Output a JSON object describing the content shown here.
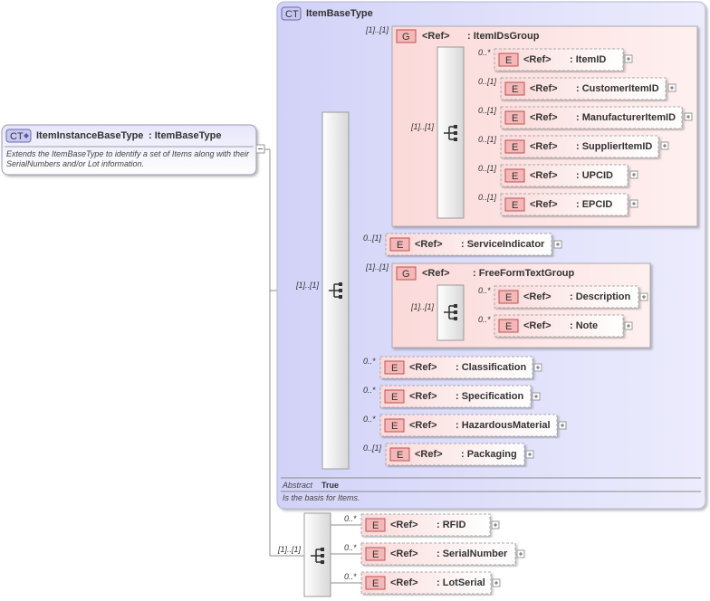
{
  "root": {
    "badge": "CT",
    "name": "ItemInstanceBaseType",
    "base_type": ": ItemBaseType",
    "doc_line1": "Extends the ItemBaseType to identify a set of Items along with their",
    "doc_line2": "SerialNumbers and/or Lot information.",
    "sequence_multiplicity": "[1]..[1]"
  },
  "base": {
    "badge": "CT",
    "name": "ItemBaseType",
    "sequence_multiplicity": "[1]..[1]",
    "abstract_label": "Abstract",
    "abstract_value": "True",
    "doc": "Is the basis for Items.",
    "item_ids_group": {
      "badge": "G",
      "ref": "<Ref>",
      "name": ": ItemIDsGroup",
      "multiplicity": "[1]..[1]",
      "choice_multiplicity": "[1]..[1]",
      "elements": [
        {
          "badge": "E",
          "ref": "<Ref>",
          "name": ": ItemID",
          "multiplicity": "0..*"
        },
        {
          "badge": "E",
          "ref": "<Ref>",
          "name": ": CustomerItemID",
          "multiplicity": "0..[1]"
        },
        {
          "badge": "E",
          "ref": "<Ref>",
          "name": ": ManufacturerItemID",
          "multiplicity": "0..[1]"
        },
        {
          "badge": "E",
          "ref": "<Ref>",
          "name": ": SupplierItemID",
          "multiplicity": "0..[1]"
        },
        {
          "badge": "E",
          "ref": "<Ref>",
          "name": ": UPCID",
          "multiplicity": "0..[1]"
        },
        {
          "badge": "E",
          "ref": "<Ref>",
          "name": ": EPCID",
          "multiplicity": "0..[1]"
        }
      ]
    },
    "service_indicator": {
      "badge": "E",
      "ref": "<Ref>",
      "name": ": ServiceIndicator",
      "multiplicity": "0..[1]"
    },
    "free_form_group": {
      "badge": "G",
      "ref": "<Ref>",
      "name": ": FreeFormTextGroup",
      "multiplicity": "[1]..[1]",
      "sequence_multiplicity": "[1]..[1]",
      "elements": [
        {
          "badge": "E",
          "ref": "<Ref>",
          "name": ": Description",
          "multiplicity": "0..*"
        },
        {
          "badge": "E",
          "ref": "<Ref>",
          "name": ": Note",
          "multiplicity": "0..*"
        }
      ]
    },
    "tail_elements": [
      {
        "badge": "E",
        "ref": "<Ref>",
        "name": ": Classification",
        "multiplicity": "0..*"
      },
      {
        "badge": "E",
        "ref": "<Ref>",
        "name": ": Specification",
        "multiplicity": "0..*"
      },
      {
        "badge": "E",
        "ref": "<Ref>",
        "name": ": HazardousMaterial",
        "multiplicity": "0..*"
      },
      {
        "badge": "E",
        "ref": "<Ref>",
        "name": ": Packaging",
        "multiplicity": "0..[1]"
      }
    ]
  },
  "extension": {
    "sequence_multiplicity": "[1]..[1]",
    "elements": [
      {
        "badge": "E",
        "ref": "<Ref>",
        "name": ": RFID",
        "multiplicity": "0..*"
      },
      {
        "badge": "E",
        "ref": "<Ref>",
        "name": ": SerialNumber",
        "multiplicity": "0..*"
      },
      {
        "badge": "E",
        "ref": "<Ref>",
        "name": ": LotSerial",
        "multiplicity": "0..*"
      }
    ]
  },
  "colors": {
    "ct_panel": "#e2e2fb",
    "group_panel": "#fde3e3",
    "element_fill": "#fbe4e4",
    "badge_e_fill": "#f4b8b8",
    "badge_ct_fill": "#c8c8f4"
  },
  "icons": {
    "expand": "plus-box-icon",
    "compositor": "sequence-icon",
    "root_badge": "complex-type-icon"
  }
}
